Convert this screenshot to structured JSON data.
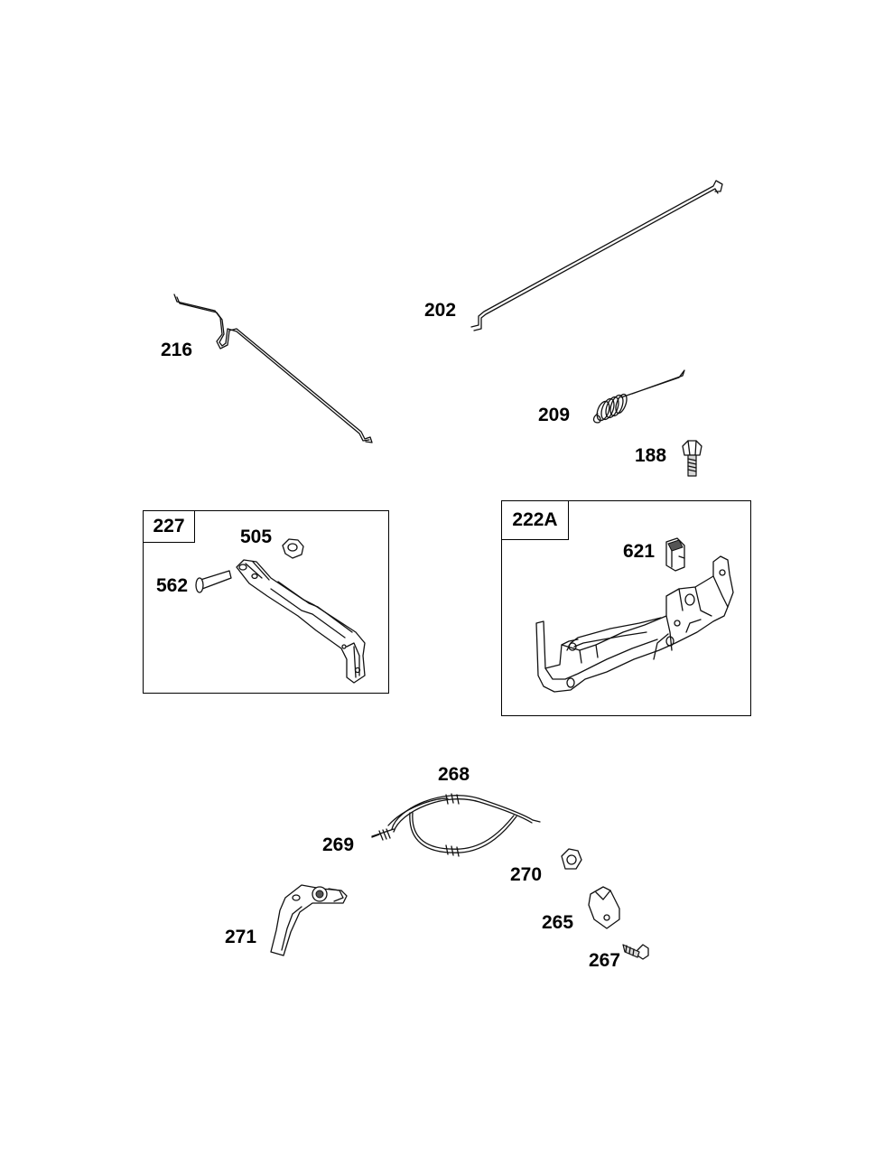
{
  "parts": [
    {
      "id": "216",
      "name": "governor-link-216"
    },
    {
      "id": "202",
      "name": "throttle-link-202"
    },
    {
      "id": "209",
      "name": "governor-spring-209"
    },
    {
      "id": "188",
      "name": "screw-188"
    },
    {
      "id": "227",
      "name": "lever-assembly-227"
    },
    {
      "id": "505",
      "name": "nut-505"
    },
    {
      "id": "562",
      "name": "bolt-562"
    },
    {
      "id": "222A",
      "name": "control-bracket-222A"
    },
    {
      "id": "621",
      "name": "clip-621"
    },
    {
      "id": "268",
      "name": "cable-268"
    },
    {
      "id": "269",
      "name": "cable-end-269"
    },
    {
      "id": "270",
      "name": "nut-270"
    },
    {
      "id": "271",
      "name": "lever-271"
    },
    {
      "id": "265",
      "name": "clamp-265"
    },
    {
      "id": "267",
      "name": "screw-267"
    }
  ],
  "labels": {
    "l216": "216",
    "l202": "202",
    "l209": "209",
    "l188": "188",
    "l227": "227",
    "l505": "505",
    "l562": "562",
    "l222A": "222A",
    "l621": "621",
    "l268": "268",
    "l269": "269",
    "l270": "270",
    "l265": "265",
    "l271": "271",
    "l267": "267"
  }
}
